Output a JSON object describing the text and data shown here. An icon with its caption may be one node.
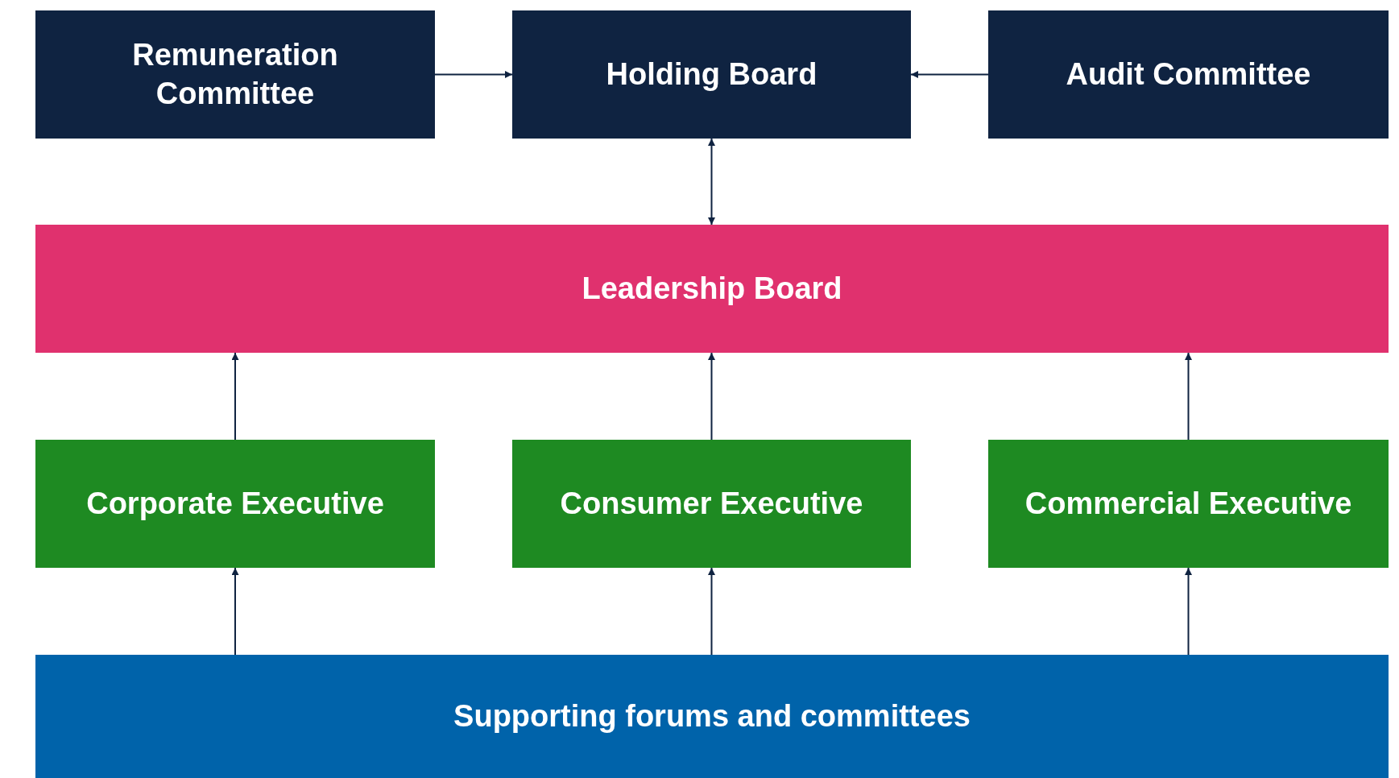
{
  "diagram": {
    "nodes": [
      {
        "text": [
          "Remuneration Committee"
        ]
      },
      {
        "text": [
          "Holding Board"
        ]
      },
      {
        "text": [
          "Audit Committee"
        ]
      },
      {
        "text": [
          "Leadership Board"
        ]
      },
      {
        "text": [
          "Corporate Executive"
        ]
      },
      {
        "text": [
          "Consumer Executive"
        ]
      },
      {
        "text": [
          "Commercial Executive"
        ]
      },
      {
        "text": [
          "Supporting forums and committees"
        ]
      }
    ],
    "edges": [
      {
        "from": 0,
        "to": 1,
        "arrow": "to"
      },
      {
        "from": 2,
        "to": 1,
        "arrow": "to"
      },
      {
        "from": 1,
        "to": 3,
        "arrow": "both"
      },
      {
        "from": 4,
        "to": 3,
        "arrow": "to"
      },
      {
        "from": 5,
        "to": 3,
        "arrow": "to"
      },
      {
        "from": 6,
        "to": 3,
        "arrow": "to"
      },
      {
        "from": 7,
        "to": 4,
        "arrow": "to"
      },
      {
        "from": 7,
        "to": 5,
        "arrow": "to"
      },
      {
        "from": 7,
        "to": 6,
        "arrow": "to"
      }
    ]
  }
}
